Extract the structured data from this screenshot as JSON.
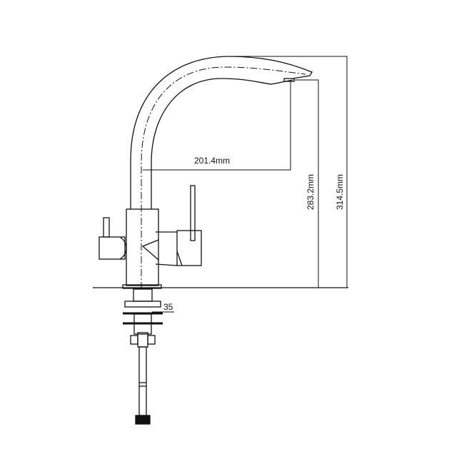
{
  "title": "Faucet dimension drawing",
  "dimensions": {
    "spout_reach": "201.4mm",
    "spout_outlet_height": "283.2mm",
    "total_height": "314.5mm",
    "mount_thickness": "35"
  },
  "colors": {
    "line": "#111111",
    "background": "#ffffff"
  }
}
